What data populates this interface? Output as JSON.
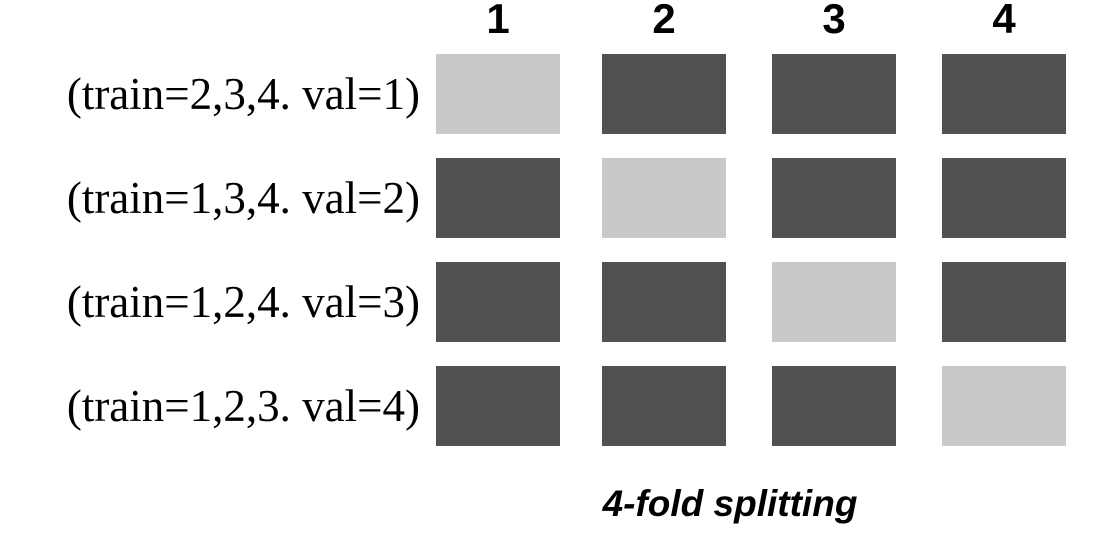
{
  "diagram": {
    "caption": "4-fold splitting",
    "columns": [
      "1",
      "2",
      "3",
      "4"
    ],
    "rows": [
      {
        "label": "(train=2,3,4. val=1)",
        "val_fold": "1",
        "cells": [
          "val",
          "train",
          "train",
          "train"
        ]
      },
      {
        "label": "(train=1,3,4. val=2)",
        "val_fold": "2",
        "cells": [
          "train",
          "val",
          "train",
          "train"
        ]
      },
      {
        "label": "(train=1,2,4. val=3)",
        "val_fold": "3",
        "cells": [
          "train",
          "train",
          "val",
          "train"
        ]
      },
      {
        "label": "(train=1,2,3. val=4)",
        "val_fold": "4",
        "cells": [
          "train",
          "train",
          "train",
          "val"
        ]
      }
    ],
    "colors": {
      "train": "#515151",
      "val": "#c9c9c9",
      "background": "#ffffff",
      "text": "#000000"
    }
  }
}
